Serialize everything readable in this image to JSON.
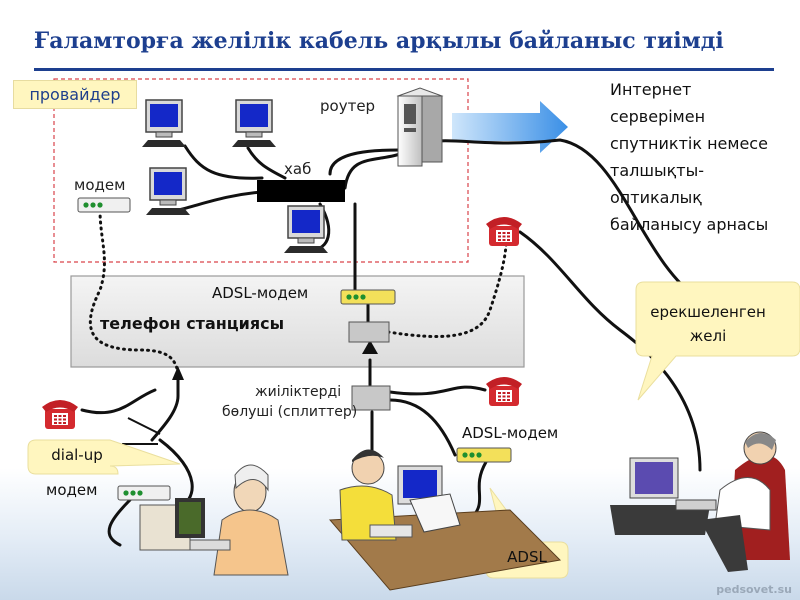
{
  "title": "Ғаламторға желілік кабель арқылы байланыс тиімді",
  "labels": {
    "provider": "провайдер",
    "router": "роутер",
    "hub": "хаб",
    "modem_top": "модем",
    "adsl_modem_station": "ADSL-модем",
    "station": "телефон станциясы",
    "splitter_line1": "жиіліктерді",
    "splitter_line2": "бөлуші (сплиттер)",
    "adsl_modem_user": "ADSL-модем",
    "modem_bottom": "модем"
  },
  "description": [
    "Интернет",
    "серверімен",
    "спутниктік немесе",
    "талшықты-",
    "оптикалық",
    "байланысу арнасы"
  ],
  "callouts": {
    "special_line": [
      "ерекшеленген",
      "желі"
    ],
    "dialup": "dial-up",
    "adsl": "ADSL"
  },
  "watermark": "pedsovet.su",
  "colors": {
    "title": "#1d3f8f",
    "phone": "#c8262b",
    "provider_border": "#d9434b",
    "arrow": "#3a8fe6"
  }
}
